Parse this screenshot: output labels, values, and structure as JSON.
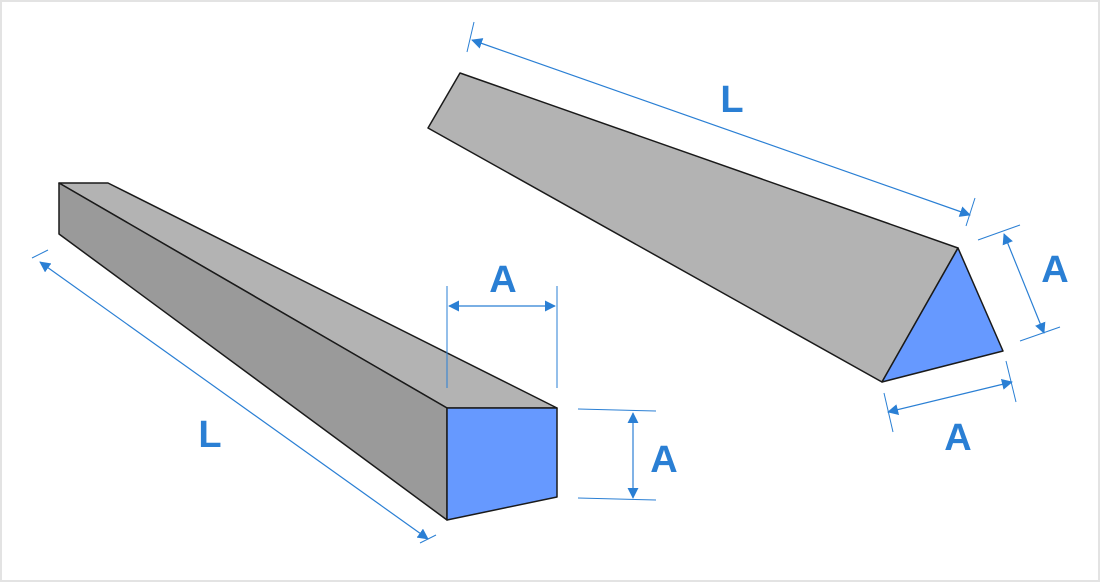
{
  "colors": {
    "end_face": "#6699ff",
    "side_light": "#b3b3b3",
    "side_dark": "#9a9a9a",
    "dimension": "#2a7fd4",
    "frame": "#e3e3e3",
    "outline": "#1a1a1a"
  },
  "square_bar": {
    "length_label": "L",
    "width_label": "A",
    "height_label": "A"
  },
  "triangle_bar": {
    "length_label": "L",
    "side_label": "A",
    "base_label": "A"
  }
}
